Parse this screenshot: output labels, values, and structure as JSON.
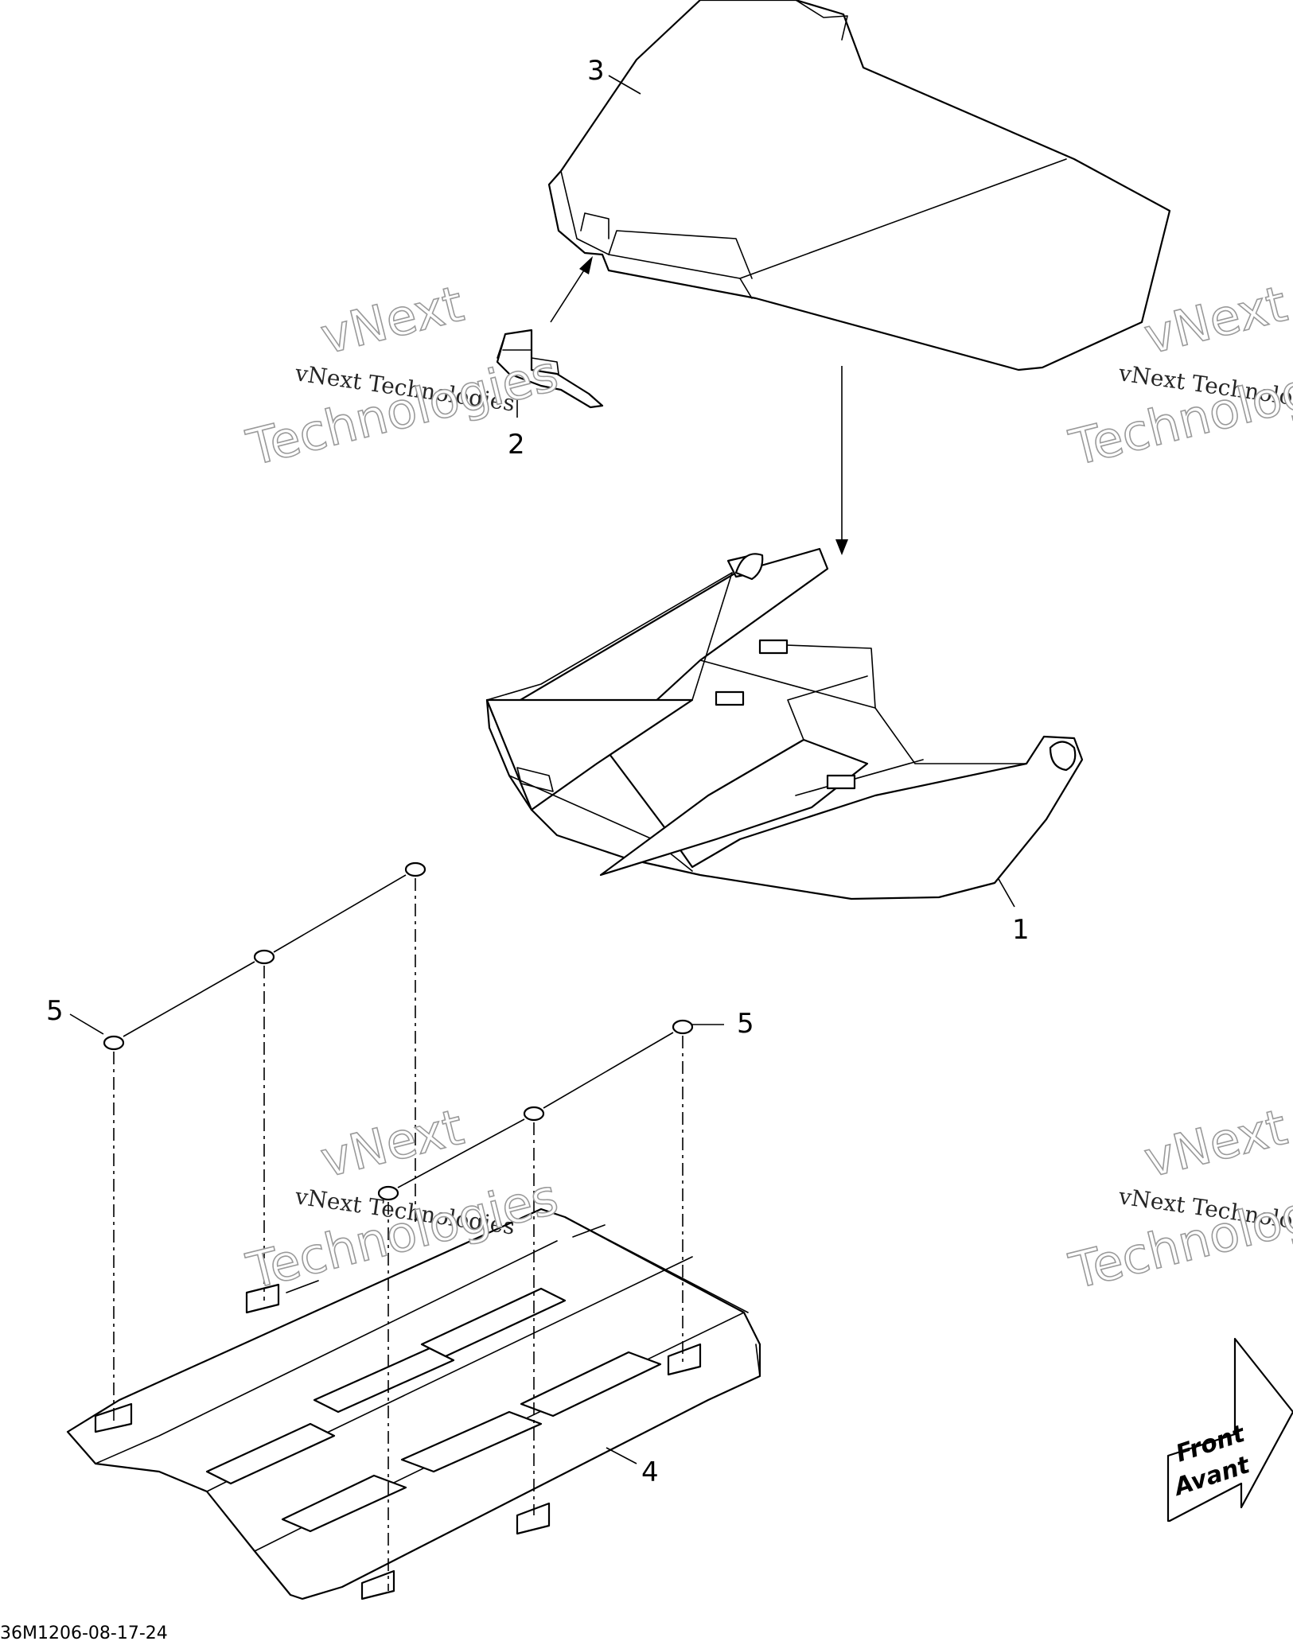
{
  "callouts": {
    "part_1": "1",
    "part_2": "2",
    "part_3": "3",
    "part_4": "4",
    "part_5_left": "5",
    "part_5_right": "5"
  },
  "watermark": {
    "line_a": "vNext",
    "line_b": "vNext Technologies",
    "line_c": "Technologies"
  },
  "direction": {
    "front": "Front",
    "avant": "Avant"
  },
  "drawing_number": "36M1206-08-17-24"
}
